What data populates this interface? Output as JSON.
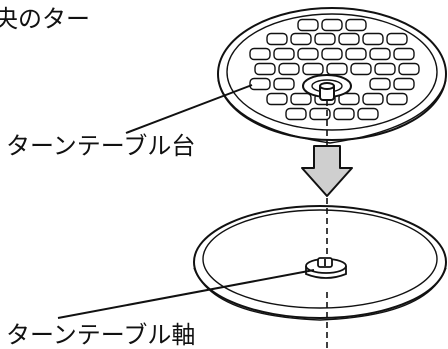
{
  "labels": {
    "top_fragment": "央のター",
    "turntable_base": "ターンテーブル台",
    "turntable_shaft": "ターンテーブル軸"
  },
  "colors": {
    "ink": "#111111",
    "arrow_fill": "#cfcfcf",
    "background": "#ffffff"
  },
  "icons": {
    "down_arrow": "down-arrow-icon"
  }
}
